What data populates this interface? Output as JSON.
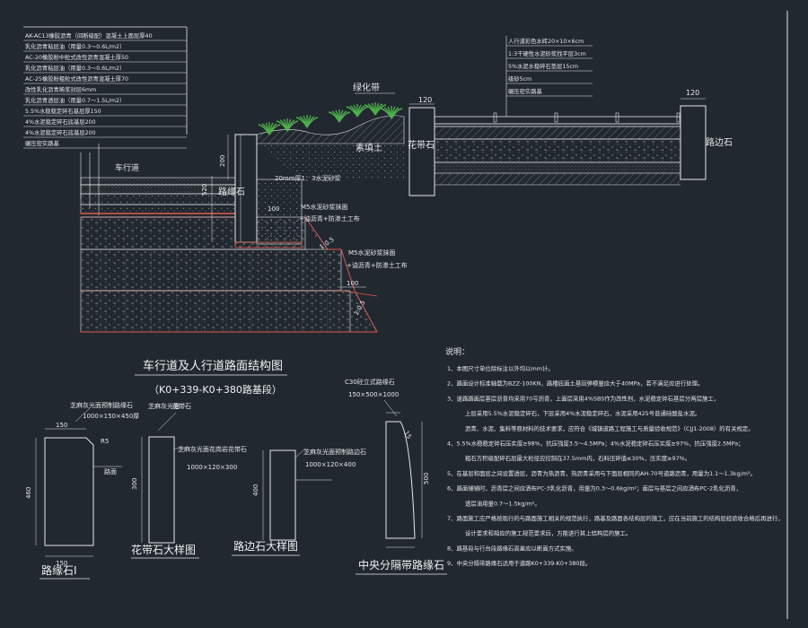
{
  "left_layers": [
    "AK-AC13橡胶沥青（间断级配）混凝土上面层厚40",
    "乳化沥青粘层油（用量0.3～0.6L/m2）",
    "AC-20橡胶粉中粒式改性沥青混凝土厚50",
    "乳化沥青粘层油（用量0.3～0.6L/m2）",
    "AC-25橡胶粉粗粒式改性沥青混凝土厚70",
    "改性乳化沥青稀浆封层6mm",
    "乳化沥青透层油（用量0.7～1.5L/m2）",
    "5.5%水稳稳定碎石基层厚150",
    "4%水泥稳定碎石底基层200",
    "4%水泥稳定碎石底基层200",
    "碾压密实路基"
  ],
  "right_layers": [
    "人行道彩色水砖20×10×6cm",
    "1:3干硬性水泥砂浆找平层3cm",
    "5%水泥水稳碎石垫层15cm",
    "级砂5cm",
    "碾压密实路基"
  ],
  "labels": {
    "roadway": "车行道",
    "green_belt": "绿化带",
    "planting_soil": "素填土",
    "curb": "路缘石",
    "flower_stone": "花带石",
    "edge_stone": "路边石",
    "mortar_20": "20mm厚1：3水泥砂浆",
    "m5_mortar_1": "M5水泥砂浆抹面",
    "m5_mortar_1b": "+油沥青+防渗土工布",
    "m5_mortar_2": "M5水泥砂浆抹面",
    "m5_mortar_2b": "+油沥青+防渗土工布",
    "slope": "1:0.5",
    "slope_b": "1:0.5",
    "road_surface": "路面"
  },
  "dims": {
    "d120_left": "120",
    "d120_right": "120",
    "d200": "200",
    "d100_1": "100",
    "d100_2": "100",
    "d520": "520",
    "d150_top": "150",
    "d150_bot": "150",
    "d460": "460",
    "d300": "300",
    "d400": "400",
    "d500": "500",
    "d15": "15",
    "r5": "R5"
  },
  "detail": {
    "curb_note": "芝麻灰光面预制路缘石",
    "curb_size": "1000×150×450厚",
    "flower_note1": "芝麻灰光面",
    "flower_note1b": "花带石",
    "flower_note2": "芝麻灰光面花岗岩花带石",
    "flower_size": "1000×120×300",
    "edge_note": "芝麻灰光面预制路边石",
    "edge_size": "1000×120×400",
    "median_note": "C30砼立式路缘石",
    "median_size": "150×500×1000"
  },
  "titles": {
    "main": "车行道及人行道路面结构图",
    "main_sub": "（K0+339-K0+380路基段）",
    "curb": "路缘石Ⅰ",
    "flower": "花带石大样图",
    "edge": "路边石大样图",
    "median": "中央分隔带路缘石"
  },
  "notes_title": "说明：",
  "notes": [
    "1、本图尺寸单位除标注以外均以mm计。",
    "2、路面设计标准轴载为BZZ-100KN，路槽底面土基回弹模量应大于40MPa，若不满足应进行处理。",
    "3、道路路面层基层沥青均采用70号沥青，上面层采用4%SBS作为改性剂，水泥稳定碎石基层分两层施工，",
    "上层采用5.5%水泥稳定碎石，下层采用4%水泥稳定碎石，水泥采用425号普通硅酸盐水泥。",
    "沥青、水泥、集料等原材料的技术要求，应符合《城镇道路工程施工与质量验收规范》（CJJ1-2008）的有关规定。",
    "4、5.5%水稳稳定碎石压实度≥98%，抗压强度3.5～4.5MPa；4%水泥稳定碎石压实度≥97%，抗压强度2.5MPa；",
    "粗石方积级配碎石层最大粒径应控制在37.5mm内，石料压碎值≤30%，压实度≥97%。",
    "5、在基层和面层之间设置透层，沥青为热沥青，热沥青采用与下面层相同的AH-70号道路沥青，用量为1.1～1.3kg/m²。",
    "6、路面铺铺时，沥青层之间应洒布PC-3乳化沥青，用量为0.3～0.6kg/m²；面层与基层之间应洒布PC-2乳化沥青，",
    "透层油用量0.7～1.5kg/m²。",
    "7、路面施工应严格按现行的与路面施工相关的规范执行，路基及路面各结构层的施工，应在当前施工的结构层经验收合格后再进行，",
    "设计要求和相应的施工规范要求后，方能进行其上结构层的施工。",
    "8、路基段与行台段路缘石高差应以断面方式实施。",
    "9、中央分隔带路缘石适用于道路K0+339-K0+380段。"
  ],
  "colors": {
    "background": "#212830",
    "line": "#e8e8e8",
    "accent_red": "#e05a4a",
    "grass": "#4fae4c"
  }
}
